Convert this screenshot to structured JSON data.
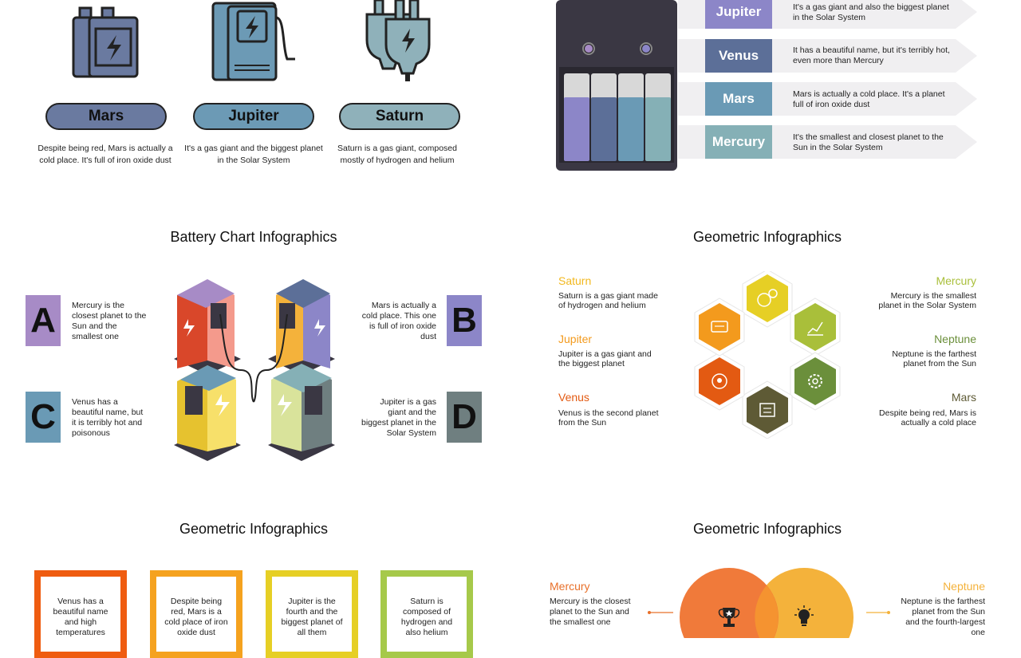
{
  "panel1": {
    "items": [
      {
        "label": "Mars",
        "desc": "Despite being red, Mars is actually a cold place. It's full of iron oxide dust",
        "color": "#6a7aa0"
      },
      {
        "label": "Jupiter",
        "desc": "It's a gas giant and the biggest planet in the Solar System",
        "color": "#6c9ab5"
      },
      {
        "label": "Saturn",
        "desc": "Saturn is a gas giant, composed mostly of hydrogen and helium",
        "color": "#8fb1ba"
      }
    ]
  },
  "panel2": {
    "rows": [
      {
        "label": "Jupiter",
        "text": "It's a gas giant and also the biggest planet in the Solar System",
        "color": "#8c86c8"
      },
      {
        "label": "Venus",
        "text": "It has a beautiful name, but it's terribly hot, even more than Mercury",
        "color": "#5c6f98"
      },
      {
        "label": "Mars",
        "text": "Mars is actually a cold place. It's a planet full of iron oxide dust",
        "color": "#6a9ab5"
      },
      {
        "label": "Mercury",
        "text": "It's the smallest and closest planet to the Sun in the Solar System",
        "color": "#85b0b6"
      }
    ]
  },
  "panel3": {
    "title": "Battery Chart Infographics",
    "items": [
      {
        "letter": "A",
        "text": "Mercury is the closest planet to the Sun and the smallest one",
        "color": "#a78bc6"
      },
      {
        "letter": "B",
        "text": "Mars is actually a cold place. This one is full of iron oxide dust",
        "color": "#8c86c8"
      },
      {
        "letter": "C",
        "text": "Venus has a beautiful name, but it is terribly hot and poisonous",
        "color": "#6a9ab5"
      },
      {
        "letter": "D",
        "text": "Jupiter is a gas giant and the biggest planet in the Solar System",
        "color": "#6f7f80"
      }
    ]
  },
  "panel4": {
    "title": "Geometric Infographics",
    "left": [
      {
        "name": "Saturn",
        "text": "Saturn is a gas giant made of hydrogen and helium",
        "color": "#f2b81d"
      },
      {
        "name": "Jupiter",
        "text": "Jupiter is a gas giant and the biggest planet",
        "color": "#f39a1d"
      },
      {
        "name": "Venus",
        "text": "Venus is the second planet from the Sun",
        "color": "#e35a12"
      }
    ],
    "right": [
      {
        "name": "Mercury",
        "text": "Mercury is the smallest planet in the Solar System",
        "color": "#a9bf3a"
      },
      {
        "name": "Neptune",
        "text": "Neptune is the farthest planet from the Sun",
        "color": "#6b8f3b"
      },
      {
        "name": "Mars",
        "text": "Despite being red, Mars is actually a cold place",
        "color": "#5e5a35"
      }
    ]
  },
  "panel5": {
    "title": "Geometric Infographics",
    "frames": [
      {
        "text": "Venus has a beautiful name and high temperatures",
        "color": "#ef5c10"
      },
      {
        "text": "Despite being red, Mars is a cold place of iron oxide dust",
        "color": "#f5a21f"
      },
      {
        "text": "Jupiter is the fourth and the biggest planet of all them",
        "color": "#e6cf25"
      },
      {
        "text": "Saturn is composed of hydrogen and also helium",
        "color": "#a6c94a"
      }
    ]
  },
  "panel6": {
    "title": "Geometric Infographics",
    "left": {
      "name": "Mercury",
      "text": "Mercury is the closest planet to the Sun and the smallest one",
      "color": "#e8702a"
    },
    "right": {
      "name": "Neptune",
      "text": "Neptune is the farthest planet from the Sun and the fourth-largest one",
      "color": "#f4b23b"
    },
    "icons": [
      "trophy-icon",
      "lightbulb-icon"
    ]
  }
}
